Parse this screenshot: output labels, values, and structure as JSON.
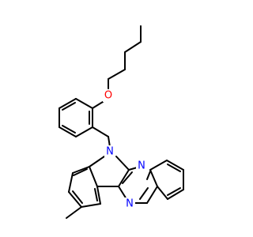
{
  "colors": {
    "background": "#ffffff",
    "bond": "#000000",
    "oxygen": "#ff0000",
    "nitrogen": "#0000ff"
  },
  "atoms": {
    "O": {
      "label": "O",
      "element": "oxygen"
    },
    "N1": {
      "label": "N",
      "element": "nitrogen"
    },
    "N2": {
      "label": "N",
      "element": "nitrogen"
    },
    "N3": {
      "label": "N",
      "element": "nitrogen"
    }
  }
}
